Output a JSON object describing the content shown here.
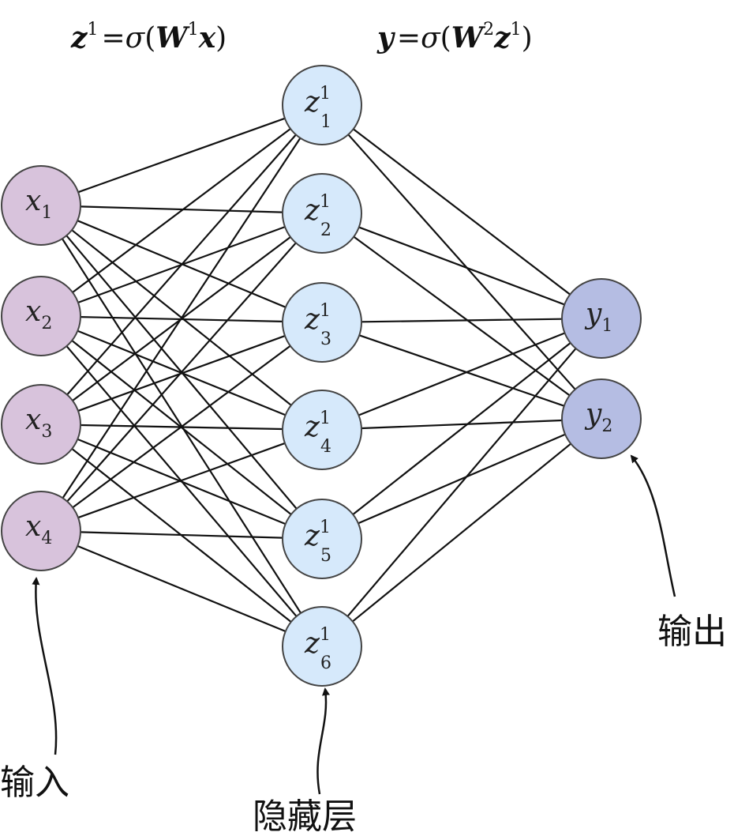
{
  "formulas": {
    "hidden": {
      "lhs": "z",
      "lhs_sup": "1",
      "eq": "=",
      "fn": "σ",
      "lp": "(",
      "w": "W",
      "w_sup": "1",
      "arg": "x",
      "rp": ")"
    },
    "output": {
      "lhs": "y",
      "eq": "=",
      "fn": "σ",
      "lp": "(",
      "w": "W",
      "w_sup": "2",
      "arg": "z",
      "arg_sup": "1",
      "rp": ")"
    }
  },
  "layers": {
    "input": {
      "color": "#d8c3dc",
      "nodes": [
        {
          "base": "x",
          "sub": "1"
        },
        {
          "base": "x",
          "sub": "2"
        },
        {
          "base": "x",
          "sub": "3"
        },
        {
          "base": "x",
          "sub": "4"
        }
      ]
    },
    "hidden": {
      "color": "#d6e9fb",
      "nodes": [
        {
          "base": "z",
          "sup": "1",
          "sub": "1"
        },
        {
          "base": "z",
          "sup": "1",
          "sub": "2"
        },
        {
          "base": "z",
          "sup": "1",
          "sub": "3"
        },
        {
          "base": "z",
          "sup": "1",
          "sub": "4"
        },
        {
          "base": "z",
          "sup": "1",
          "sub": "5"
        },
        {
          "base": "z",
          "sup": "1",
          "sub": "6"
        }
      ]
    },
    "output": {
      "color": "#b5bde3",
      "nodes": [
        {
          "base": "y",
          "sub": "1"
        },
        {
          "base": "y",
          "sub": "2"
        }
      ]
    }
  },
  "labels": {
    "input": "输入",
    "hidden": "隐藏层",
    "output": "输出"
  }
}
